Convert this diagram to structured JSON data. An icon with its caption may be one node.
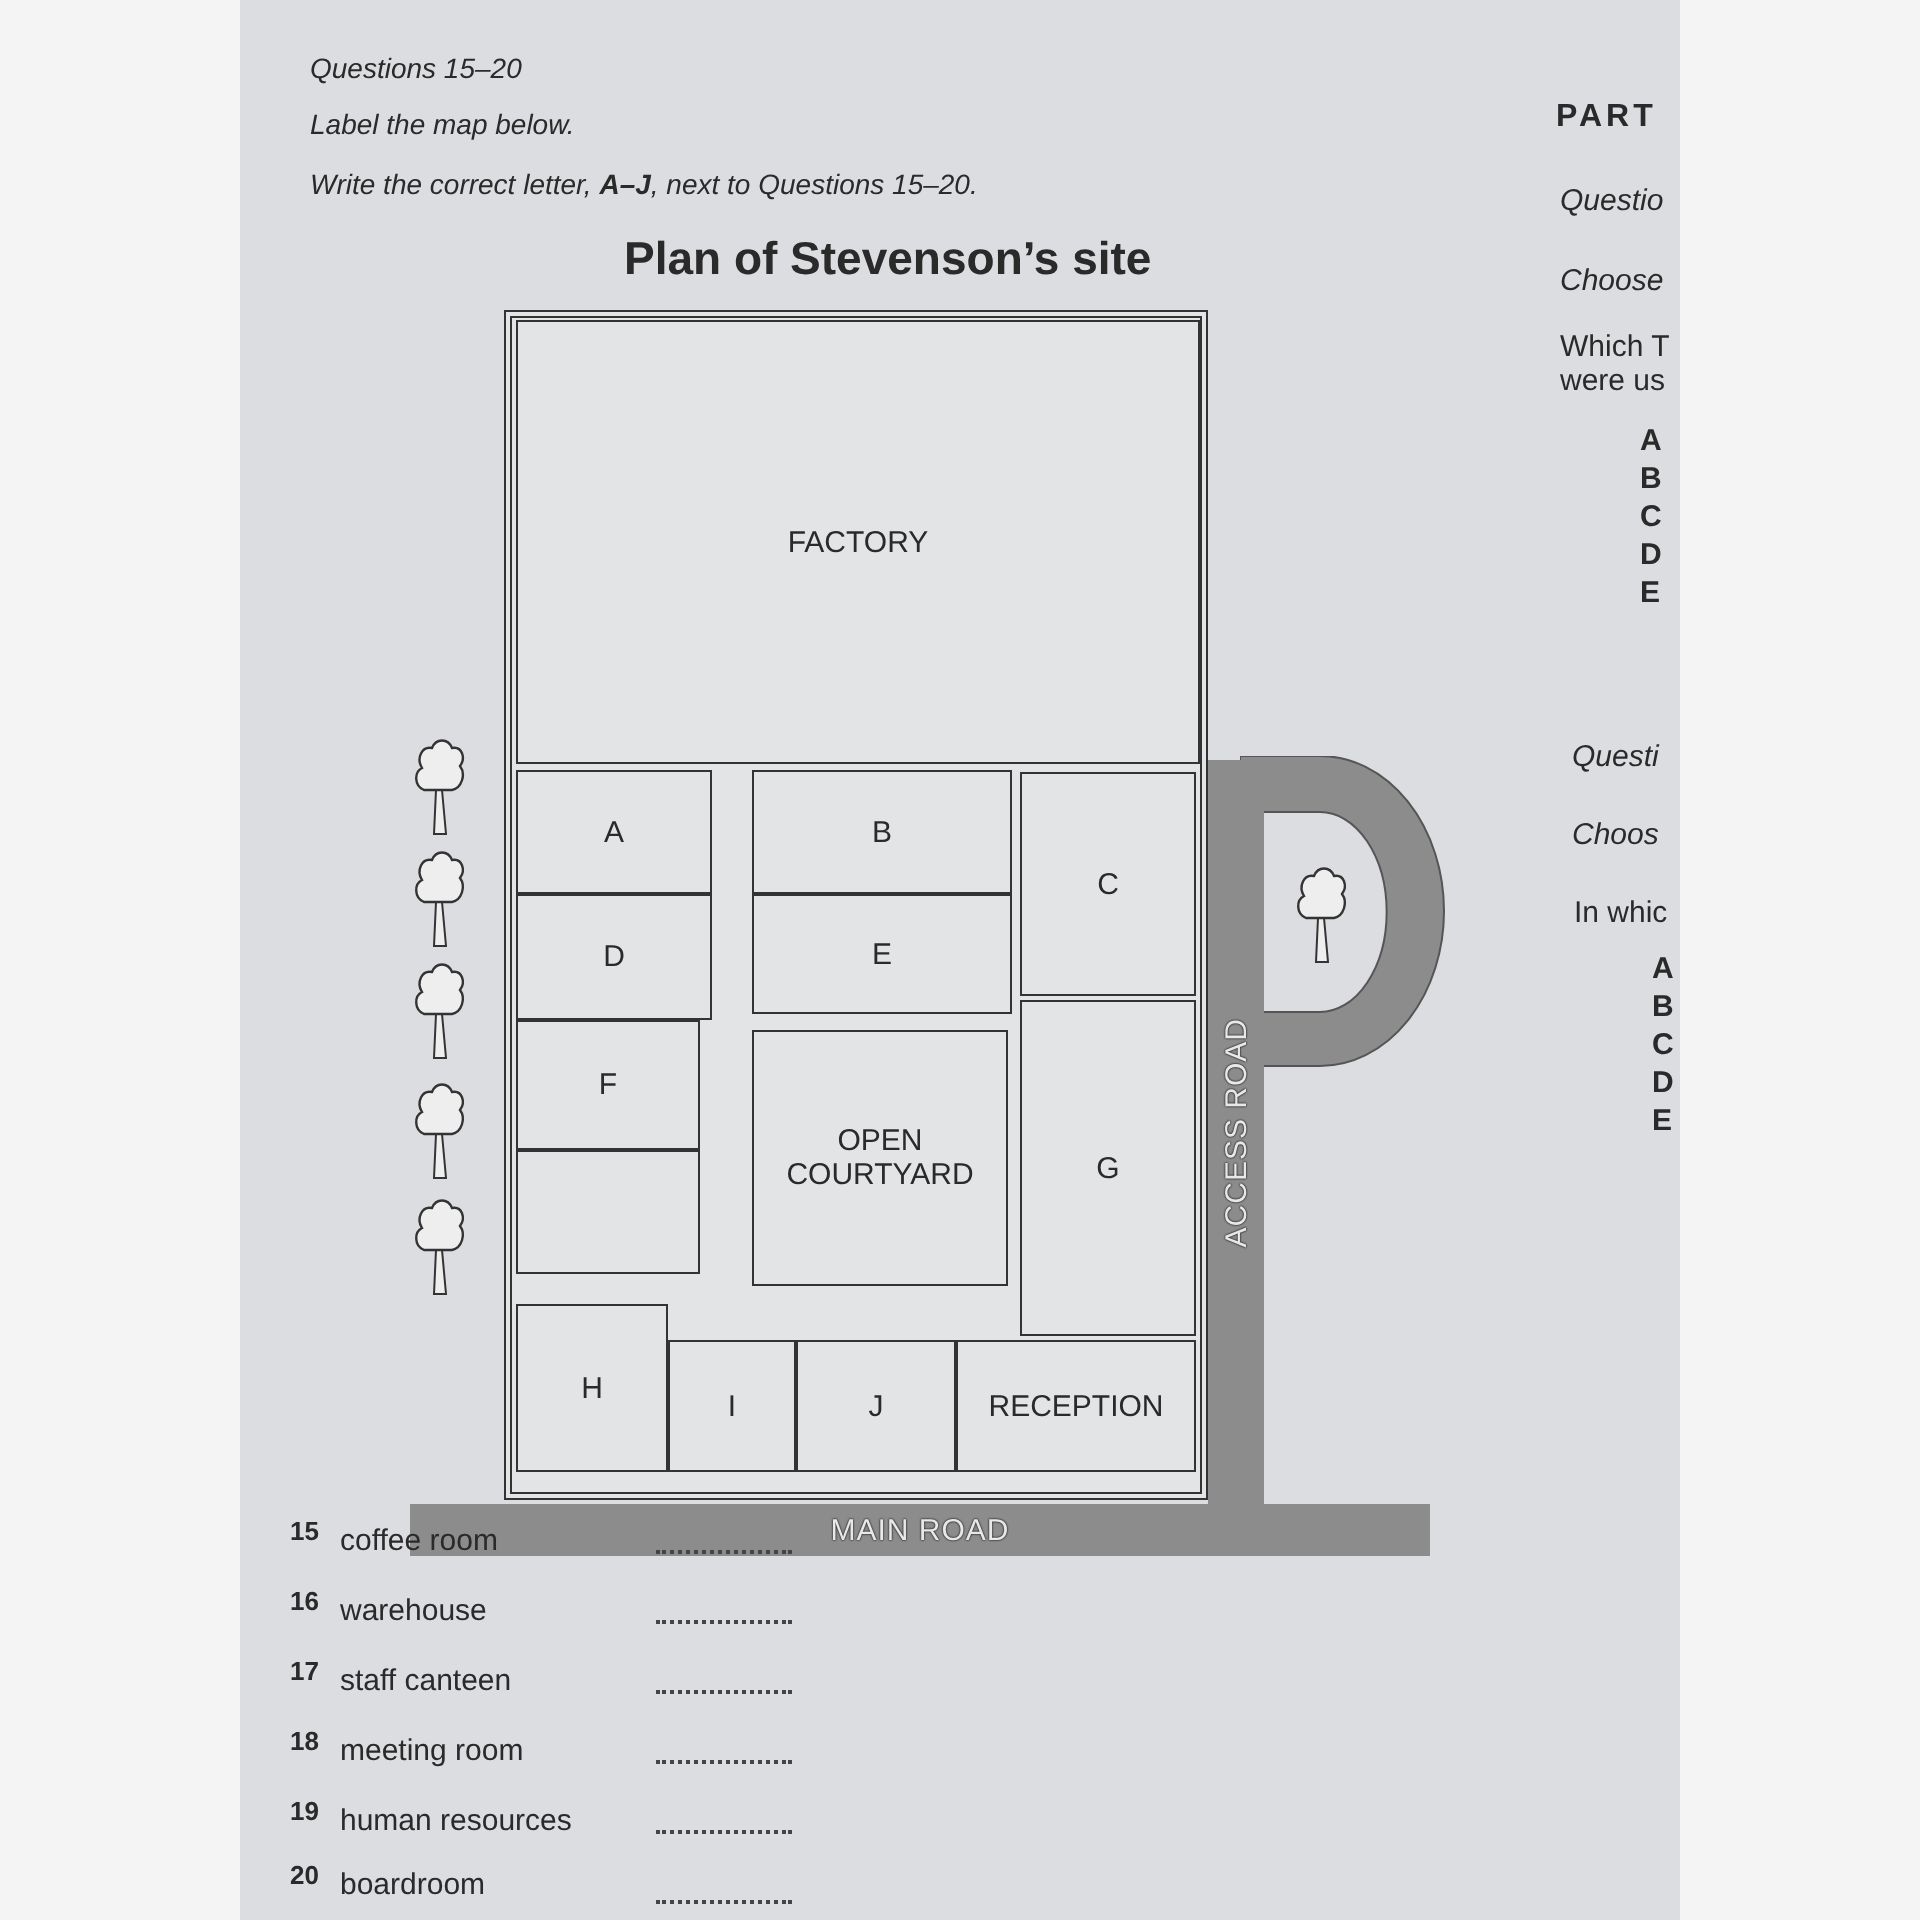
{
  "diagram": {
    "title": "Plan of Stevenson’s site",
    "nodes": [
      {
        "text": [
          "FACTORY"
        ]
      },
      {
        "text": [
          "A"
        ]
      },
      {
        "text": [
          "B"
        ]
      },
      {
        "text": [
          "C"
        ]
      },
      {
        "text": [
          "D"
        ]
      },
      {
        "text": [
          "E"
        ]
      },
      {
        "text": [
          "F"
        ]
      },
      {
        "text": [],
        "shape": "box"
      },
      {
        "text": [
          "OPEN COURTYARD"
        ]
      },
      {
        "text": [
          "G"
        ]
      },
      {
        "text": [
          "ACCESS ROAD"
        ]
      },
      {
        "text": [
          "H"
        ]
      },
      {
        "text": [
          "I"
        ]
      },
      {
        "text": [
          "J"
        ]
      },
      {
        "text": [
          "RECEPTION"
        ]
      },
      {
        "text": [
          "MAIN ROAD"
        ]
      }
    ],
    "edges": [],
    "labels": [
      "Questions 15–20",
      "Label the map below.",
      "Write the correct letter, **A–J**, next to Questions 15–20.",
      "15",
      "coffee room",
      "16",
      "warehouse",
      "17",
      "staff canteen",
      "18",
      "meeting room",
      "19",
      "human resources",
      "20",
      "boardroom",
      "PART",
      "Questio",
      "Choose",
      "Which T were us",
      "A",
      "B",
      "C",
      "D",
      "E",
      "Questi",
      "Choos",
      "In whic",
      "A",
      "B",
      "C",
      "D",
      "E"
    ]
  }
}
